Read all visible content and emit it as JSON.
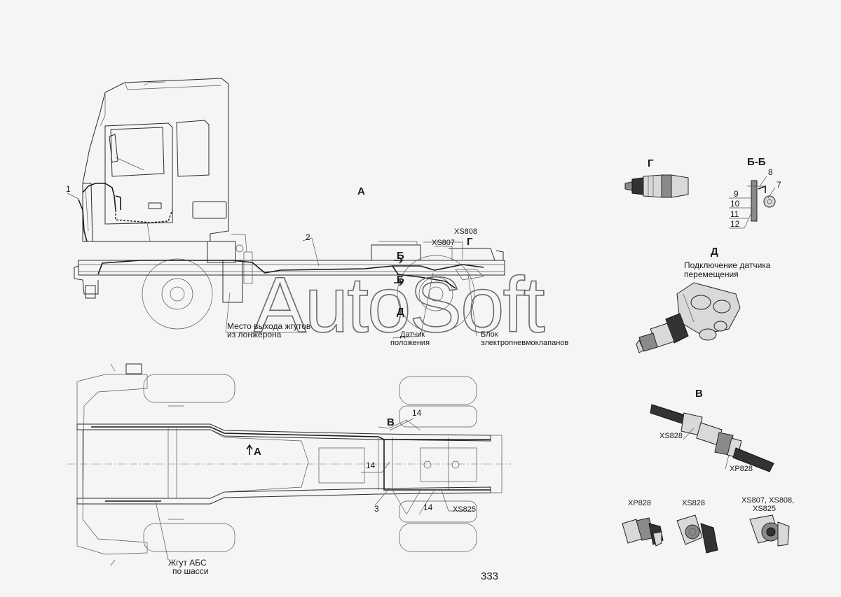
{
  "watermark": "AutoSoft",
  "page_number": "333",
  "views": {
    "side_view_label": "А",
    "section_g_title": "Г",
    "section_bb_title": "Б-Б",
    "section_d_title": "Д",
    "section_v_title": "В",
    "arrow_view_g": "Г",
    "arrow_b_upper": "Б",
    "arrow_b_lower": "Б",
    "arrow_d": "Д",
    "plan_arrow_label": "А",
    "plan_view_v": "В"
  },
  "callouts": {
    "c1": "1",
    "c2": "2",
    "c3": "3",
    "c7": "7",
    "c8": "8",
    "c9": "9",
    "c10": "10",
    "c11": "11",
    "c12": "12",
    "c14_top": "14",
    "c14_mid": "14",
    "c14_bot": "14"
  },
  "annotations": {
    "exit_point_line1": "Место выхода жгутов",
    "exit_point_line2": "из лонжерона",
    "sensor_line1": "Датчик",
    "sensor_line2": "положения",
    "valve_block_line1": "Блок",
    "valve_block_line2": "электропневмоклапанов",
    "sensor_connection_line1": "Подключение датчика",
    "sensor_connection_line2": "перемещения",
    "abs_harness_line1": "Жгут АБС",
    "abs_harness_line2": "по шасси"
  },
  "connectors": {
    "xs807": "XS807",
    "xs808": "XS808",
    "xs825": "XS825",
    "xs828": "XS828",
    "xp828": "XP828",
    "legend_xp828": "XP828",
    "legend_xs828": "XS828",
    "legend_group_line1": "XS807, XS808,",
    "legend_group_line2": "XS825"
  }
}
